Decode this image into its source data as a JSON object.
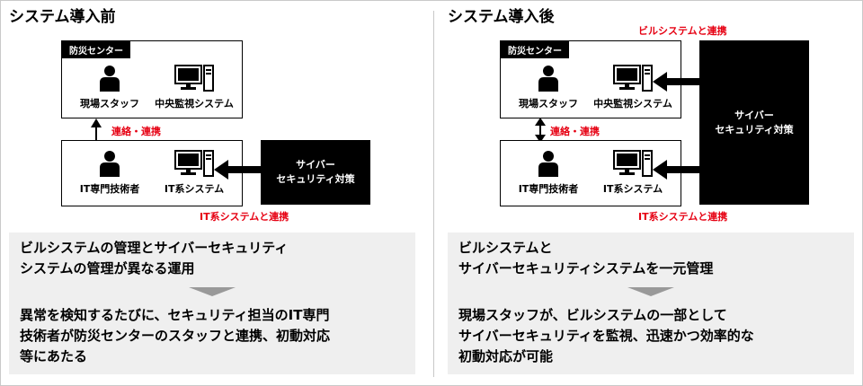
{
  "before": {
    "title": "システム導入前",
    "center_label": "防災センター",
    "staff_label": "現場スタッフ",
    "central_label": "中央監視システム",
    "link_label": "連絡・連携",
    "engineer_label": "IT専門技術者",
    "it_system_label": "IT系システム",
    "cyber_line1": "サイバー",
    "cyber_line2": "セキュリティ対策",
    "it_link_label": "IT系システムと連携",
    "summary_line1": "ビルシステムの管理とサイバーセキュリティ",
    "summary_line2": "システムの管理が異なる運用",
    "detail_line1": "異常を検知するたびに、セキュリティ担当のIT専門",
    "detail_line2": "技術者が防災センターのスタッフと連携、初動対応",
    "detail_line3": "等にあたる"
  },
  "after": {
    "title": "システム導入後",
    "building_link_label": "ビルシステムと連携",
    "center_label": "防災センター",
    "staff_label": "現場スタッフ",
    "central_label": "中央監視システム",
    "link_label": "連絡・連携",
    "engineer_label": "IT専門技術者",
    "it_system_label": "IT系システム",
    "cyber_line1": "サイバー",
    "cyber_line2": "セキュリティ対策",
    "it_link_label": "IT系システムと連携",
    "summary_line1": "ビルシステムと",
    "summary_line2": "サイバーセキュリティシステムを一元管理",
    "detail_line1": "現場スタッフが、ビルシステムの一部として",
    "detail_line2": "サイバーセキュリティを監視、迅速かつ効率的な",
    "detail_line3": "初動対応が可能"
  },
  "icons": {
    "person": "person-icon",
    "computer": "computer-icon",
    "arrow": "arrow-icon"
  },
  "colors": {
    "accent_red": "#e60012",
    "summary_bg": "#efefef",
    "triangle": "#999999"
  }
}
